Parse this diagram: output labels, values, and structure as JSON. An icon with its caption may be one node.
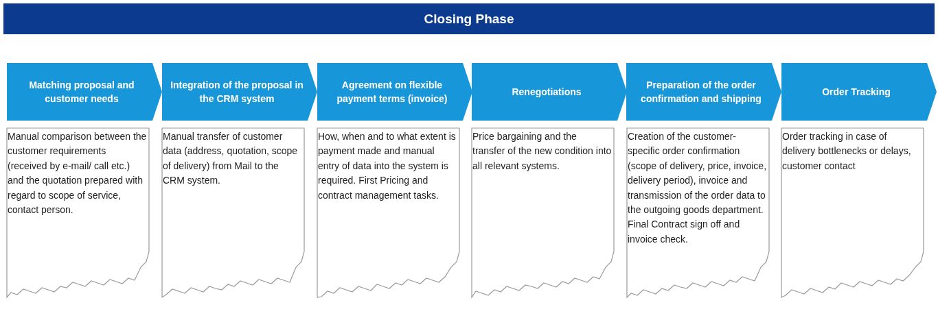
{
  "diagram": {
    "title": "Closing Phase",
    "nodes": [
      {
        "text": [
          "Matching proposal and customer needs"
        ]
      },
      {
        "text": [
          "Integration of the proposal in the CRM system"
        ]
      },
      {
        "text": [
          "Agreement on flexible payment terms (invoice)"
        ]
      },
      {
        "text": [
          "Renegotiations"
        ]
      },
      {
        "text": [
          "Preparation of the order confirmation and shipping"
        ]
      },
      {
        "text": [
          "Order Tracking"
        ]
      },
      {
        "text": [
          "Manual comparison between the customer requirements (received by e-mail/ call etc.) and the quotation prepared with regard to scope of service, contact person."
        ]
      },
      {
        "text": [
          "Manual transfer of customer data (address, quotation, scope of delivery) from Mail to the CRM system."
        ]
      },
      {
        "text": [
          "How, when and to what extent is payment made and manual entry of data into the system is required. First Pricing and contract management tasks."
        ]
      },
      {
        "text": [
          "Price bargaining and the transfer of the new condition into all relevant systems."
        ]
      },
      {
        "text": [
          "Creation of the customer-specific order confirmation (scope of delivery, price, invoice, delivery period), invoice and transmission of the order data to the outgoing goods department. Final Contract sign off and invoice check."
        ]
      },
      {
        "text": [
          "Order tracking in case of delivery bottlenecks or delays, customer contact"
        ]
      }
    ],
    "edges": []
  }
}
